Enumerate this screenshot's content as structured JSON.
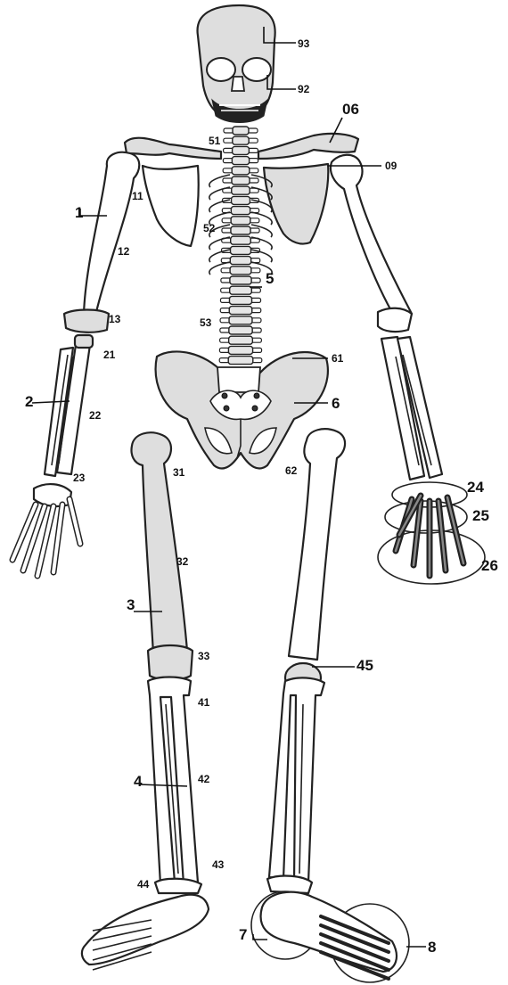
{
  "labels": {
    "l93": "93",
    "l92": "92",
    "l06": "06",
    "l09": "09",
    "l51top": "51",
    "l11": "11",
    "l1": "1",
    "l12": "12",
    "l52": "52",
    "l5": "5",
    "l13": "13",
    "l53": "53",
    "l21": "21",
    "l61": "61",
    "l2": "2",
    "l22": "22",
    "l6": "6",
    "l23": "23",
    "l31": "31",
    "l62": "62",
    "l24": "24",
    "l25": "25",
    "l26": "26",
    "l32": "32",
    "l3": "3",
    "l33": "33",
    "l45": "45",
    "l41": "41",
    "l4": "4",
    "l42": "42",
    "l43": "43",
    "l44": "44",
    "l7": "7",
    "l8": "8"
  }
}
